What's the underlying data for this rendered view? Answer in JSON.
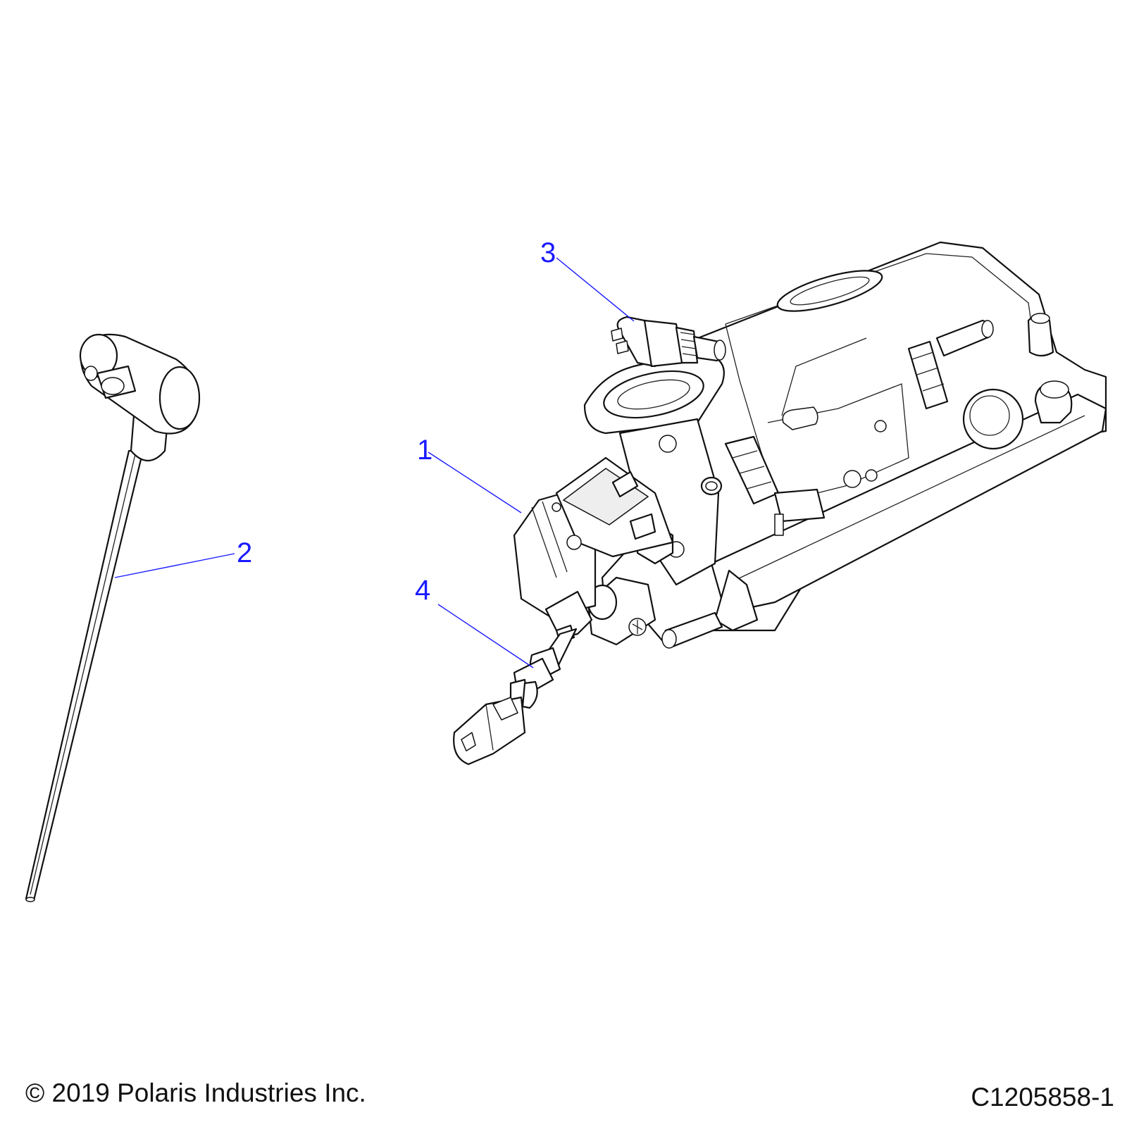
{
  "callouts": [
    {
      "label": "1"
    },
    {
      "label": "2"
    },
    {
      "label": "3"
    },
    {
      "label": "4"
    }
  ],
  "footer": {
    "copyright": "© 2019 Polaris Industries Inc.",
    "figure_id": "C1205858-1"
  },
  "colors": {
    "callout": "#1a1aff",
    "line_art": "#111111",
    "background": "#ffffff"
  }
}
